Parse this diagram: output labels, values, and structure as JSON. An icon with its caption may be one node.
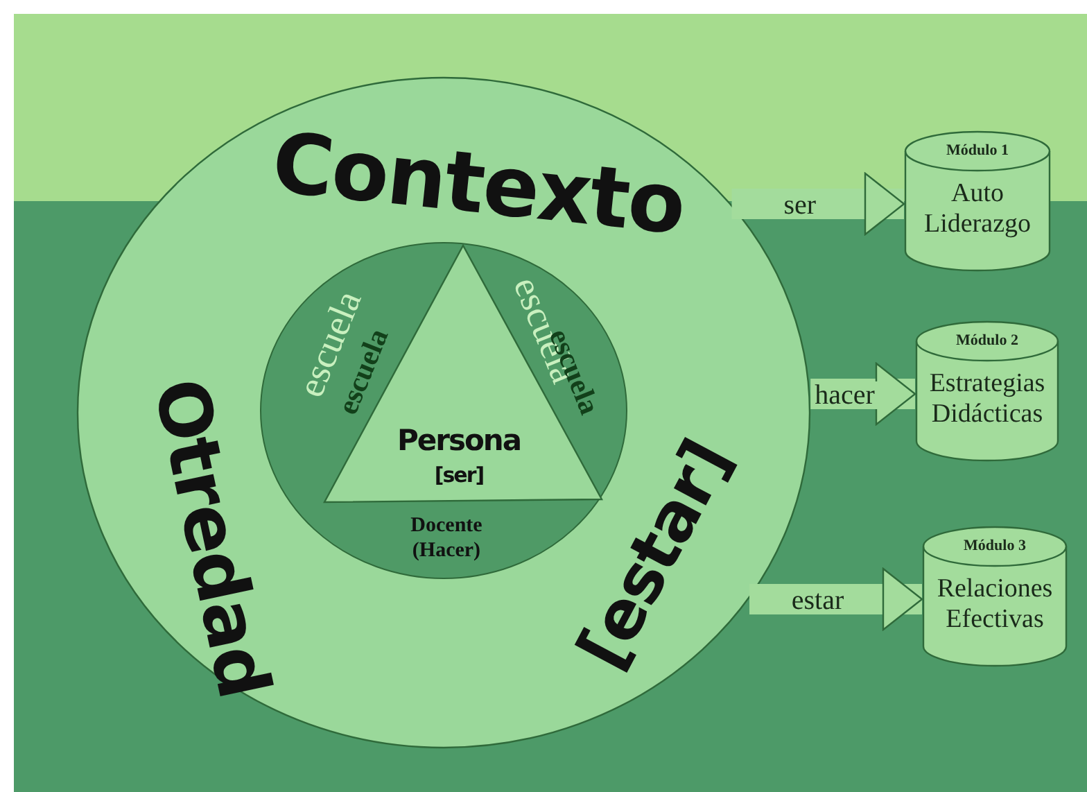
{
  "diagram": {
    "nodes": [
      {
        "text": [
          "Contexto",
          "Otredad",
          "[estar]"
        ]
      },
      {
        "text": [
          "escuela",
          "escuela",
          "escuela",
          "escuela",
          "Docente (Hacer)"
        ],
        "in": 0
      },
      {
        "text": [
          "Persona",
          "[ser]"
        ],
        "in": 1
      },
      {
        "text": [
          "Módulo 1",
          "Auto Liderazgo"
        ]
      },
      {
        "text": [
          "Módulo 2",
          "Estrategias Didácticas"
        ]
      },
      {
        "text": [
          "Módulo 3",
          "Relaciones Efectivas"
        ]
      }
    ],
    "edges": [
      {
        "from": 0,
        "to": 3,
        "arrow": "to",
        "label": "ser"
      },
      {
        "from": 0,
        "to": 4,
        "arrow": "to",
        "label": "hacer"
      },
      {
        "from": 0,
        "to": 5,
        "arrow": "to",
        "label": "estar"
      }
    ]
  }
}
